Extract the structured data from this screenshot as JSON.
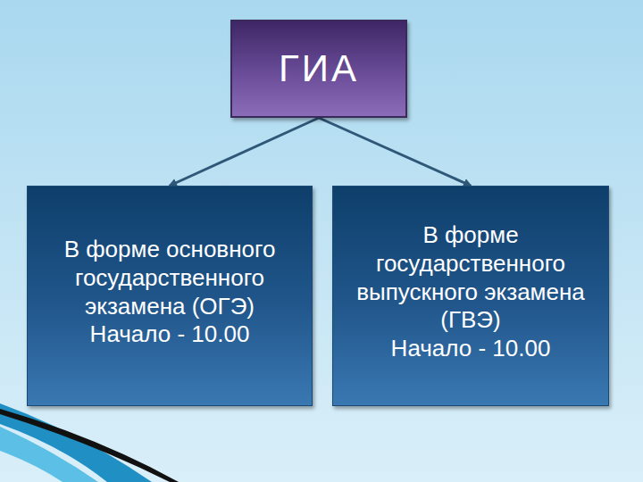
{
  "diagram": {
    "nodes": [
      {
        "text": [
          "ГИА"
        ]
      },
      {
        "text": [
          "В форме основного государственного экзамена (ОГЭ)",
          "Начало - 10.00"
        ]
      },
      {
        "text": [
          "В форме государственного выпускного экзамена (ГВЭ)",
          "Начало - 10.00"
        ]
      }
    ],
    "edges": [
      {
        "from": 0,
        "to": 1,
        "arrow": "to"
      },
      {
        "from": 0,
        "to": 2,
        "arrow": "to"
      }
    ]
  }
}
